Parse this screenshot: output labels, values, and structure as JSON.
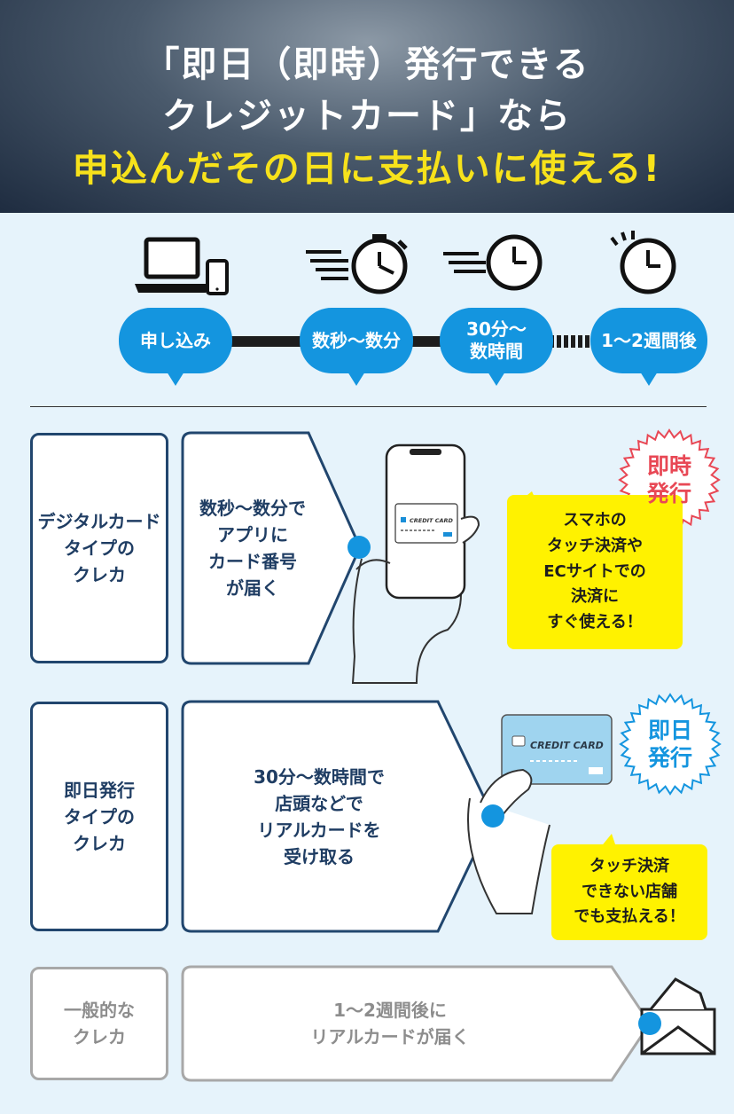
{
  "header": {
    "line1": "「即日（即時）発行できる",
    "line2": "クレジットカード」なら",
    "line3": "申込んだその日に支払いに使える!"
  },
  "timeline": {
    "steps": [
      {
        "label": "申し込み"
      },
      {
        "label": "数秒～数分"
      },
      {
        "label": "30分～\n数時間"
      },
      {
        "label": "1～2週間後"
      }
    ]
  },
  "rows": [
    {
      "left_label": "デジタルカード\nタイプの\nクレカ",
      "process": "数秒～数分で\nアプリに\nカード番号\nが届く",
      "card_text": "CREDIT CARD",
      "badge": "即時\n発行",
      "note": "スマホの\nタッチ決済や\nECサイトでの\n決済に\nすぐ使える！"
    },
    {
      "left_label": "即日発行\nタイプの\nクレカ",
      "process": "30分～数時間で\n店頭などで\nリアルカードを\n受け取る",
      "card_text": "CREDIT CARD",
      "badge": "即日\n発行",
      "note": "タッチ決済\nできない店舗\nでも支払える！"
    },
    {
      "left_label": "一般的な\nクレカ",
      "process": "1～2週間後に\nリアルカードが届く"
    }
  ],
  "colors": {
    "accent_blue": "#1495df",
    "navy": "#21466e",
    "yellow": "#fff200",
    "badge_red": "#e84855",
    "headline_yellow": "#f7e21b"
  },
  "icons": [
    "laptop-icon",
    "smartphone-icon",
    "stopwatch-icon",
    "clock-icon",
    "envelope-icon"
  ]
}
